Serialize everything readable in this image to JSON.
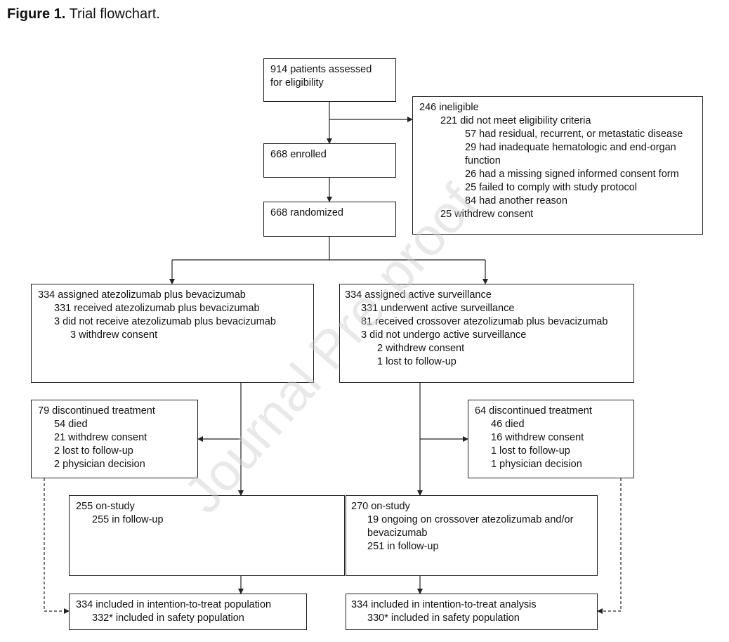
{
  "figure": {
    "label": "Figure 1.",
    "caption": "Trial flowchart."
  },
  "boxes": {
    "assessed": [
      "914 patients assessed",
      "for eligibility"
    ],
    "ineligible": [
      "246 ineligible",
      "221 did not meet eligibility criteria",
      "57 had residual, recurrent, or metastatic disease",
      "29 had inadequate hematologic and end-organ",
      "function",
      "26 had a missing signed informed consent form",
      "25 failed to comply with study protocol",
      "84 had another reason",
      "25 withdrew consent"
    ],
    "enrolled": [
      "668 enrolled"
    ],
    "randomized": [
      "668 randomized"
    ],
    "arm_atezo": [
      "334 assigned atezolizumab plus bevacizumab",
      "331 received atezolizumab plus bevacizumab",
      "3 did not receive atezolizumab plus bevacizumab",
      "3 withdrew consent"
    ],
    "arm_surv": [
      "334 assigned active surveillance",
      "331 underwent active surveillance",
      "81 received crossover atezolizumab plus bevacizumab",
      "3 did not undergo active surveillance",
      "2 withdrew consent",
      "1 lost to follow-up"
    ],
    "disc_atezo": [
      "79 discontinued treatment",
      "54 died",
      "21 withdrew consent",
      "2 lost to follow-up",
      "2 physician decision"
    ],
    "disc_surv": [
      "64 discontinued treatment",
      "46 died",
      "16 withdrew consent",
      "1 lost to follow-up",
      "1 physician decision"
    ],
    "onstudy_atezo": [
      "255 on-study",
      "255 in follow-up"
    ],
    "onstudy_surv": [
      "270 on-study",
      "19 ongoing on crossover atezolizumab and/or",
      "bevacizumab",
      "251 in follow-up"
    ],
    "itt_atezo": [
      "334 included in intention-to-treat population",
      "332* included in safety population"
    ],
    "itt_surv": [
      "334 included in intention-to-treat analysis",
      "330* included in safety population"
    ]
  },
  "watermark": "Journal Pre-proof"
}
